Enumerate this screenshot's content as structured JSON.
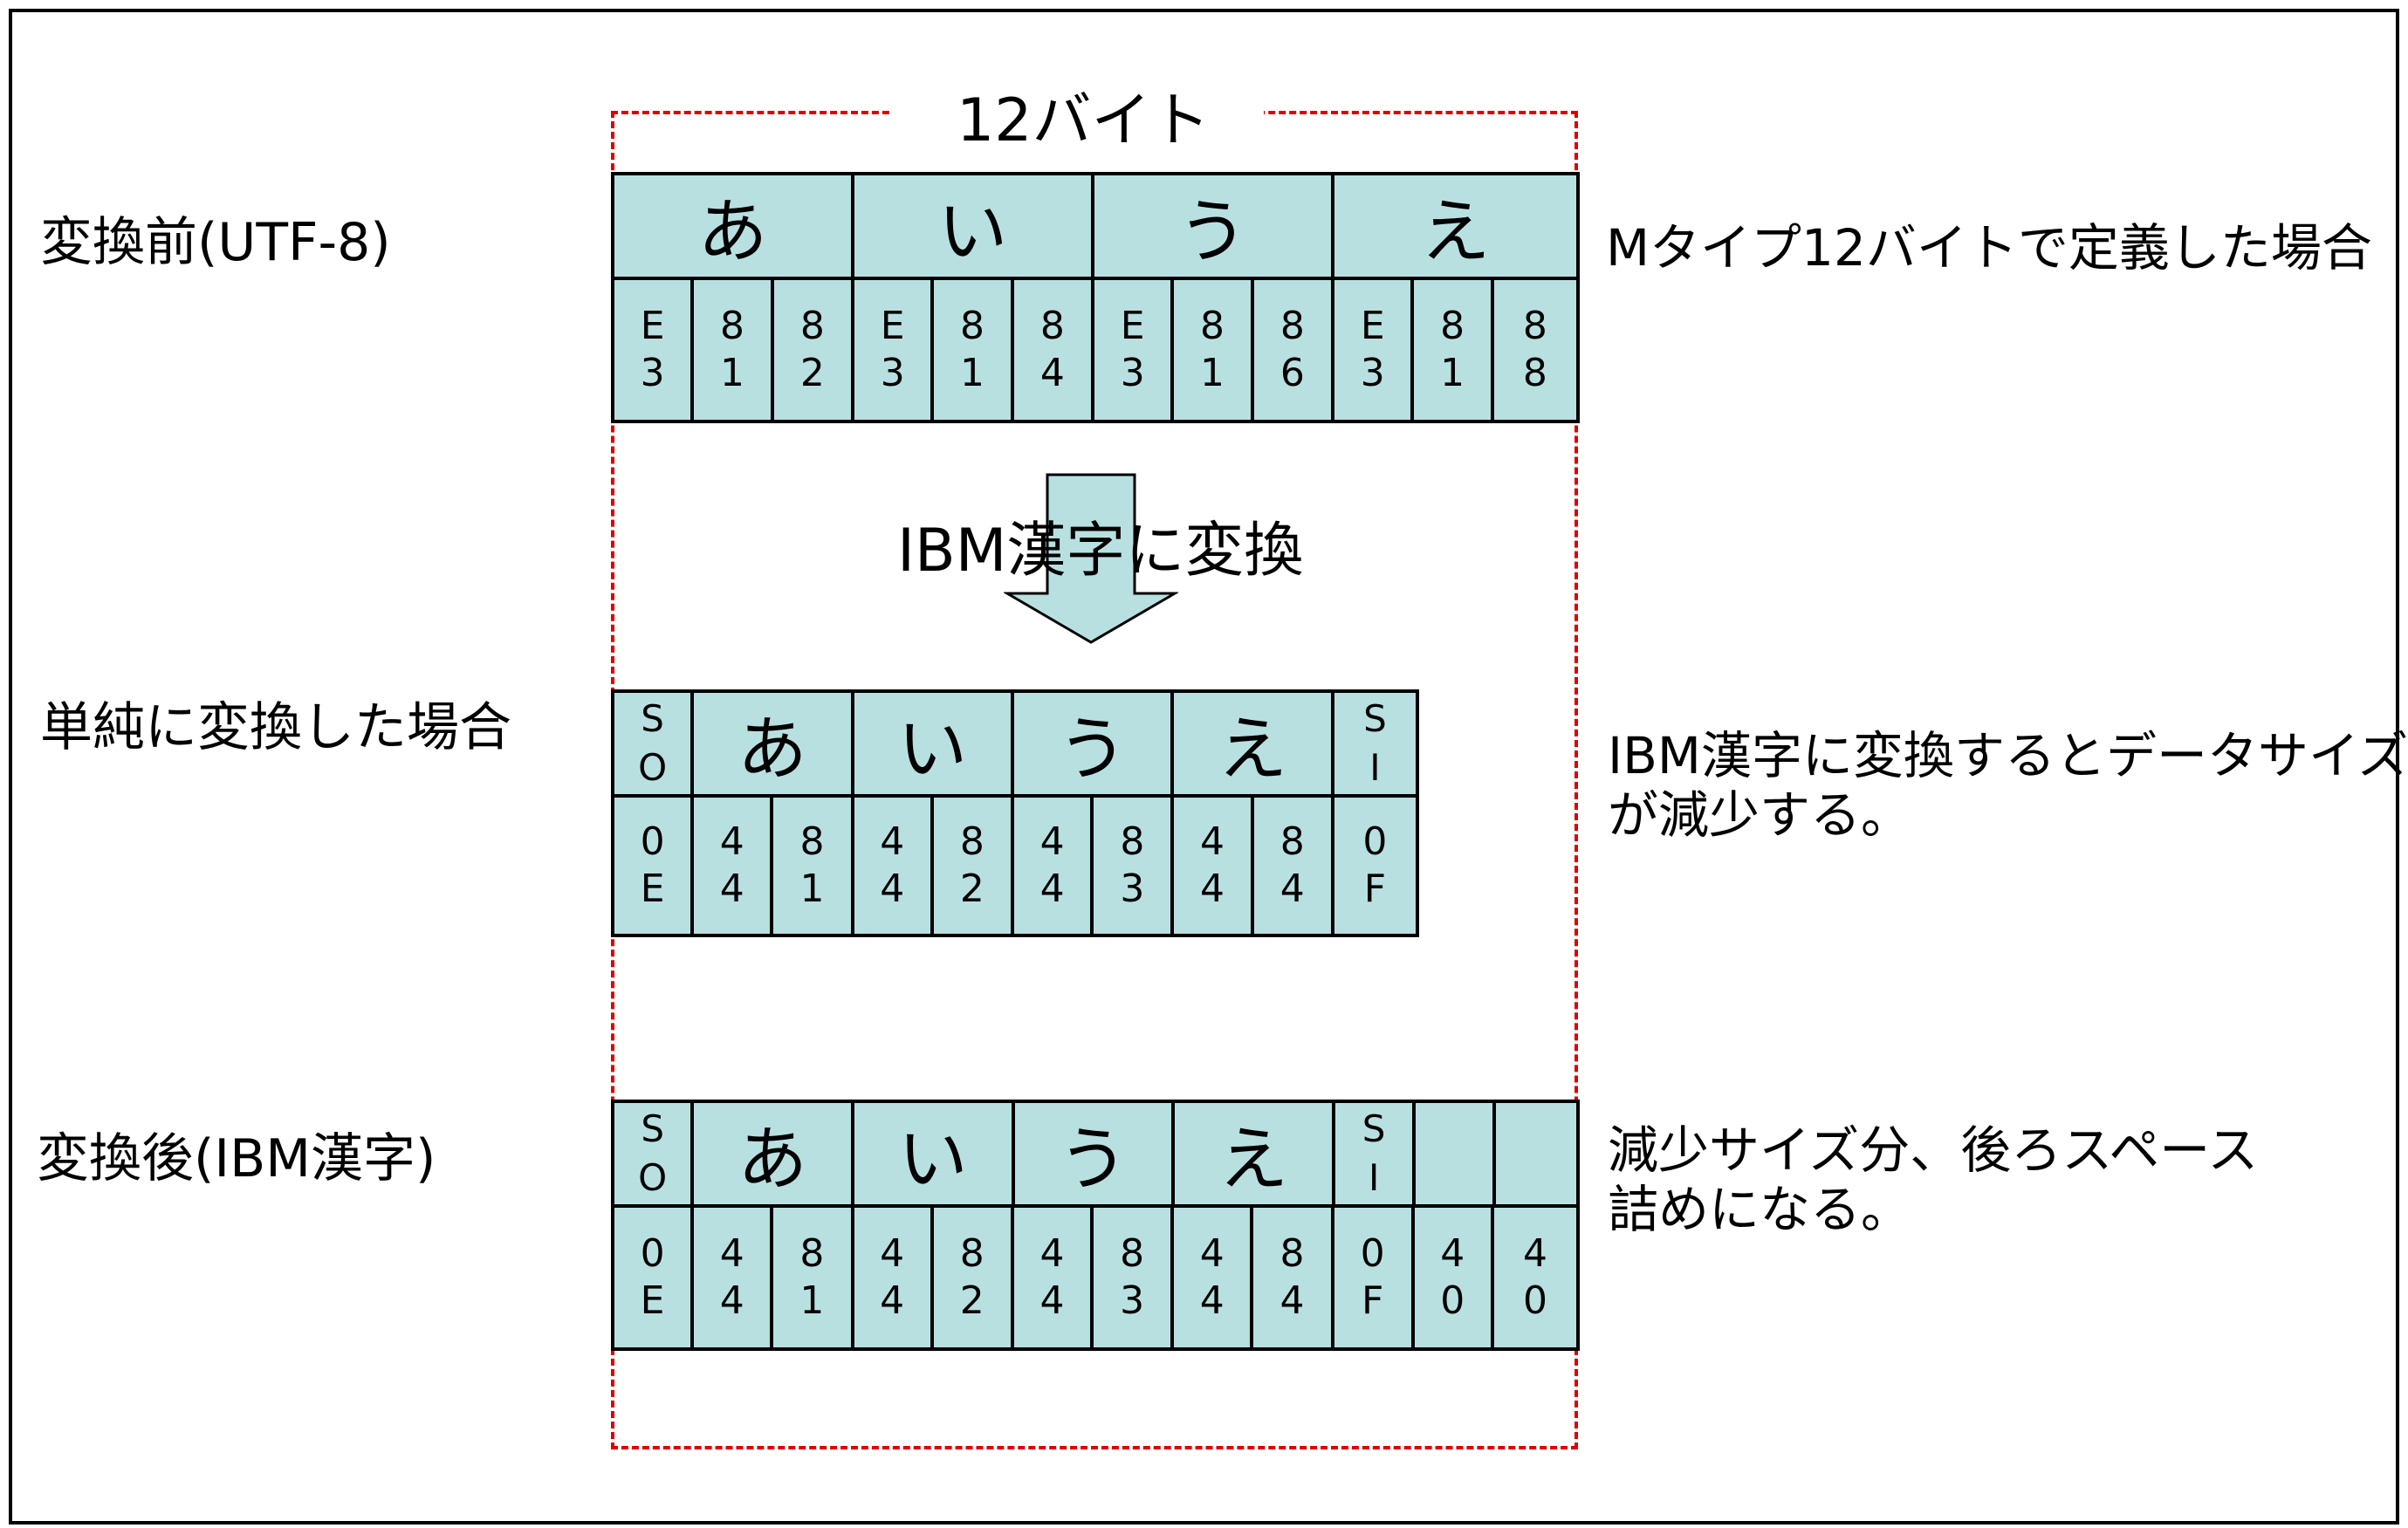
{
  "title": "12バイト",
  "labels": {
    "before": "変換前(UTF-8)",
    "simple": "単純に変換した場合",
    "after": "変換後(IBM漢字)"
  },
  "notes": {
    "m_type": "Mタイプ12バイトで定義した場合",
    "size_line1": "IBM漢字に変換するとデータサイズ",
    "size_line2": "が減少する。",
    "pad_line1": "減少サイズ分、後ろスペース",
    "pad_line2": "詰めになる。"
  },
  "convert_label": "IBM漢字に変換",
  "colors": {
    "cell_fill": "#b9e0e1",
    "dash": "#e00000",
    "arrow_fill": "#b9e0e1"
  },
  "rows": {
    "before": {
      "chars": [
        "あ",
        "い",
        "う",
        "え"
      ],
      "bytes": [
        [
          "E",
          "3"
        ],
        [
          "8",
          "1"
        ],
        [
          "8",
          "2"
        ],
        [
          "E",
          "3"
        ],
        [
          "8",
          "1"
        ],
        [
          "8",
          "4"
        ],
        [
          "E",
          "3"
        ],
        [
          "8",
          "1"
        ],
        [
          "8",
          "6"
        ],
        [
          "E",
          "3"
        ],
        [
          "8",
          "1"
        ],
        [
          "8",
          "8"
        ]
      ]
    },
    "simple": {
      "chars": [
        "あ",
        "い",
        "う",
        "え"
      ],
      "so": [
        "S",
        "O"
      ],
      "si": [
        "S",
        "I"
      ],
      "bytes": [
        [
          "0",
          "E"
        ],
        [
          "4",
          "4"
        ],
        [
          "8",
          "1"
        ],
        [
          "4",
          "4"
        ],
        [
          "8",
          "2"
        ],
        [
          "4",
          "4"
        ],
        [
          "8",
          "3"
        ],
        [
          "4",
          "4"
        ],
        [
          "8",
          "4"
        ],
        [
          "0",
          "F"
        ]
      ]
    },
    "after": {
      "chars": [
        "あ",
        "い",
        "う",
        "え"
      ],
      "so": [
        "S",
        "O"
      ],
      "si": [
        "S",
        "I"
      ],
      "bytes": [
        [
          "0",
          "E"
        ],
        [
          "4",
          "4"
        ],
        [
          "8",
          "1"
        ],
        [
          "4",
          "4"
        ],
        [
          "8",
          "2"
        ],
        [
          "4",
          "4"
        ],
        [
          "8",
          "3"
        ],
        [
          "4",
          "4"
        ],
        [
          "8",
          "4"
        ],
        [
          "0",
          "F"
        ],
        [
          "4",
          "0"
        ],
        [
          "4",
          "0"
        ]
      ]
    }
  }
}
